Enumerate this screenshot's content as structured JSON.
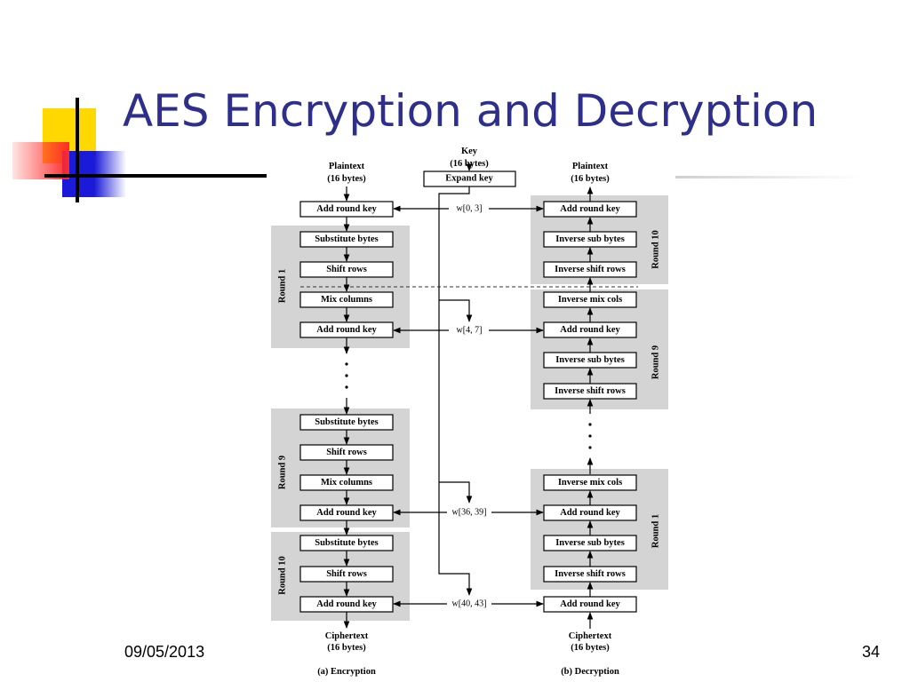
{
  "slide": {
    "title": "AES Encryption and Decryption",
    "date": "09/05/2013",
    "page_number": "34"
  },
  "diagram": {
    "key_label_line1": "Key",
    "key_label_line2": "(16 bytes)",
    "expand_key": "Expand key",
    "keys": {
      "k0": "w[0, 3]",
      "k1": "w[4, 7]",
      "k9": "w[36, 39]",
      "k10": "w[40, 43]"
    },
    "encryption": {
      "input_line1": "Plaintext",
      "input_line2": "(16 bytes)",
      "output_line1": "Ciphertext",
      "output_line2": "(16 bytes)",
      "caption": "(a) Encryption",
      "initial_add": "Add round key",
      "rounds": [
        {
          "label": "Round 1",
          "steps": [
            "Substitute bytes",
            "Shift rows",
            "Mix columns",
            "Add round key"
          ]
        },
        {
          "label": "Round 9",
          "steps": [
            "Substitute bytes",
            "Shift rows",
            "Mix columns",
            "Add round key"
          ]
        },
        {
          "label": "Round 10",
          "steps": [
            "Substitute bytes",
            "Shift rows",
            "Add round key"
          ]
        }
      ]
    },
    "decryption": {
      "output_line1": "Plaintext",
      "output_line2": "(16 bytes)",
      "input_line1": "Ciphertext",
      "input_line2": "(16 bytes)",
      "caption": "(b) Decryption",
      "initial_add": "Add round key",
      "rounds": [
        {
          "label": "Round 10",
          "steps": [
            "Add round key",
            "Inverse sub bytes",
            "Inverse shift rows"
          ]
        },
        {
          "label": "Round 9",
          "steps": [
            "Inverse mix cols",
            "Add round key",
            "Inverse sub bytes",
            "Inverse shift rows"
          ]
        },
        {
          "label": "Round 1",
          "steps": [
            "Inverse mix cols",
            "Add round key",
            "Inverse sub bytes",
            "Inverse shift rows"
          ]
        }
      ]
    }
  }
}
